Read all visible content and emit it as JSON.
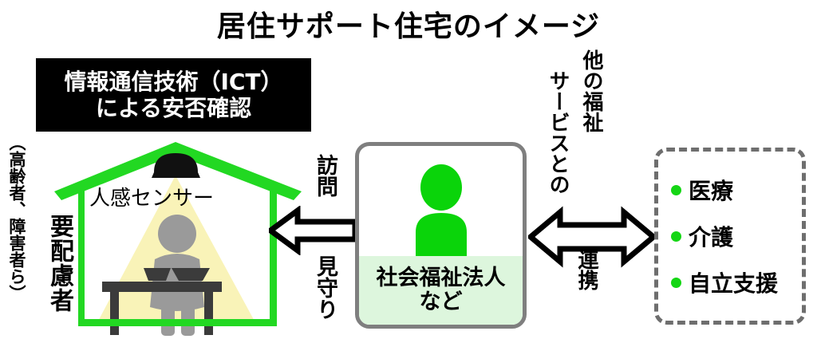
{
  "title": "居住サポート住宅のイメージ",
  "ict_banner": {
    "line1": "情報通信技術（ICT）",
    "line2": "による安否確認"
  },
  "resident": {
    "main_label": "要配慮者",
    "sub_label": "（高齢者、障害者ら）"
  },
  "house": {
    "sensor_label": "人感センサー",
    "sensor_icon": "motion-sensor-dome-icon",
    "person_icon": "seated-person-icon",
    "table_icon": "table-with-bowls-icon"
  },
  "visit_arrow": {
    "icon": "left-arrow-icon",
    "top_label": "訪問",
    "bottom_label": "見守り"
  },
  "welfare": {
    "person_icon": "person-icon",
    "line1": "社会福祉法人",
    "line2": "など"
  },
  "link": {
    "column_right": "他の福祉",
    "column_left": "サービスとの",
    "arrow_icon": "double-headed-arrow-icon",
    "label": "連携"
  },
  "services": {
    "items": [
      {
        "bullet": "green-dot-icon",
        "label": "医療"
      },
      {
        "bullet": "green-dot-icon",
        "label": "介護"
      },
      {
        "bullet": "green-dot-icon",
        "label": "自立支援"
      }
    ]
  },
  "colors": {
    "green": "#22d822",
    "light_green": "#ddf6dd",
    "sensor_light": "#f7f0b0",
    "person_gray": "#9a9a9a",
    "border_gray": "#7f7f7f",
    "black": "#000000"
  }
}
